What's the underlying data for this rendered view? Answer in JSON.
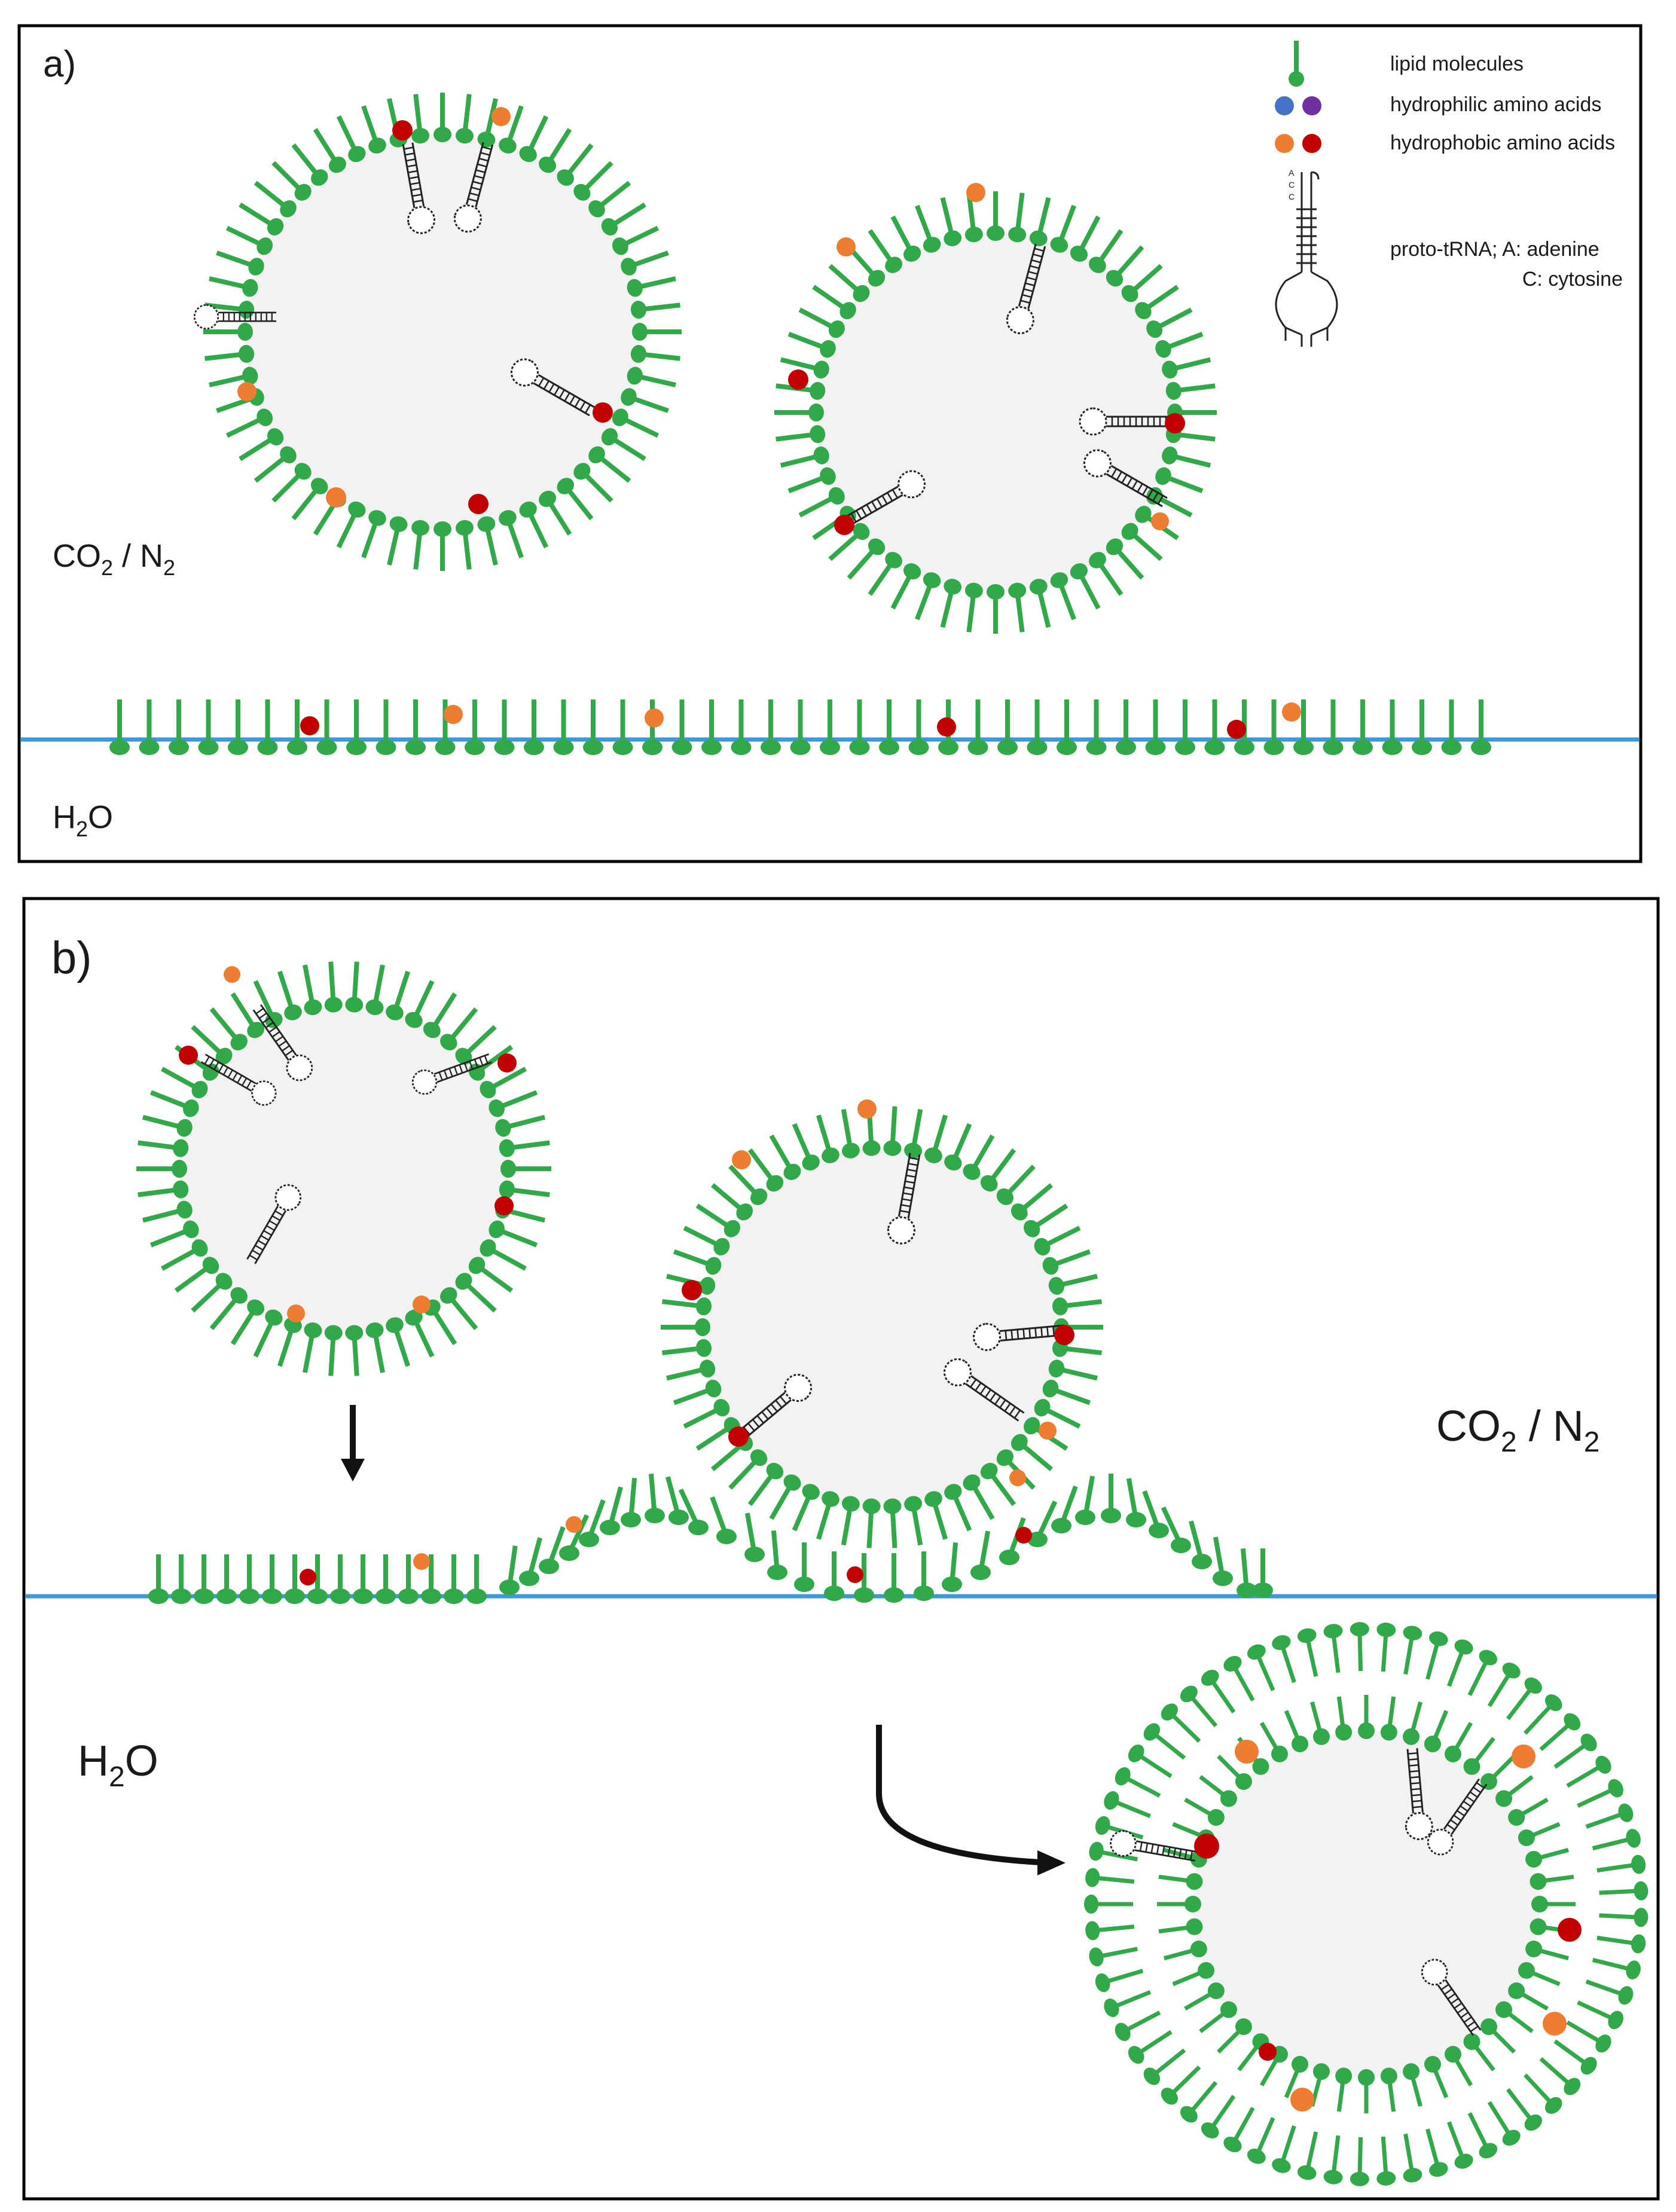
{
  "panel_a": {
    "label": "a)",
    "gas_label": {
      "main": "CO",
      "sub1": "2",
      "mid": " / N",
      "sub2": "2"
    },
    "water_label": {
      "main": "H",
      "sub": "2",
      "end": "O"
    }
  },
  "panel_b": {
    "label": "b)",
    "gas_label": {
      "main": "CO",
      "sub1": "2",
      "mid": " / N",
      "sub2": "2"
    },
    "water_label": {
      "main": "H",
      "sub": "2",
      "end": "O"
    }
  },
  "legend": {
    "lipid": "lipid molecules",
    "hydrophilic": "hydrophilic amino acids",
    "hydrophobic": "hydrophobic amino acids",
    "trna_line1": "proto-tRNA; A: adenine",
    "trna_line2": "C: cytosine",
    "trna_letters": [
      "A",
      "C",
      "C"
    ]
  },
  "colors": {
    "lipid": "#33a84a",
    "vesicle_fill": "#f2f2f2",
    "interface": "#3a9ad9",
    "hydrophilic_blue": "#4472c4",
    "hydrophilic_purple": "#7030a0",
    "hydrophobic_orange": "#ed7d31",
    "hydrophobic_red": "#c00000",
    "frame": "#000000"
  }
}
